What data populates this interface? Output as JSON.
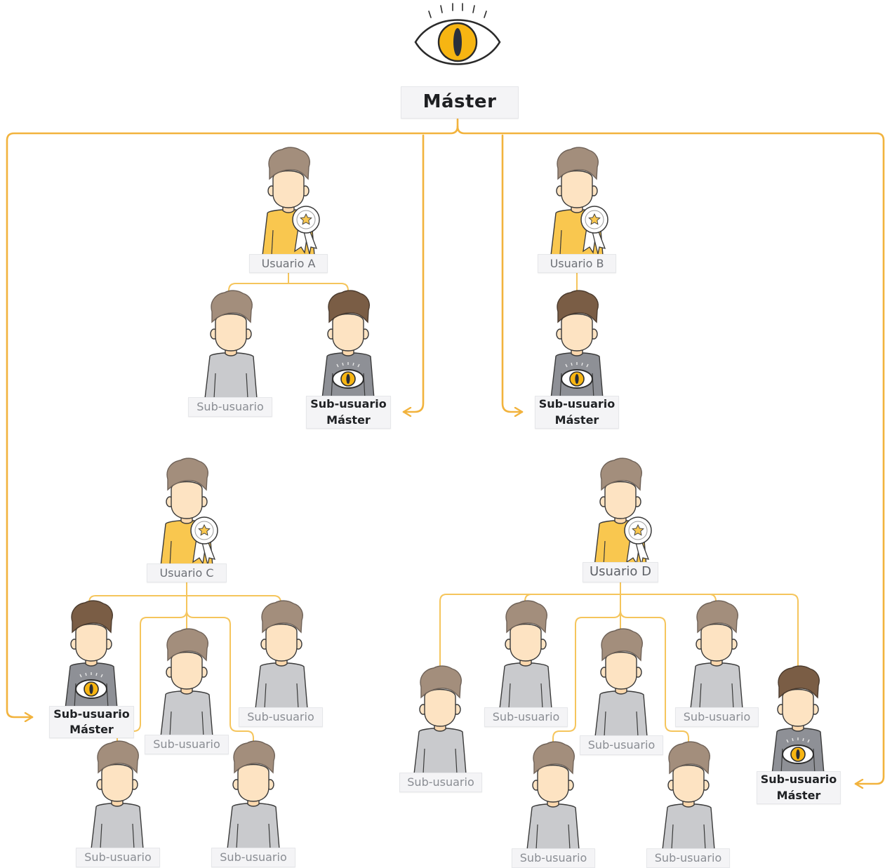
{
  "root": {
    "title": "Máster",
    "icon": "eye-icon"
  },
  "groups": [
    {
      "user_label": "Usuario A",
      "sub_label": "Sub-usuario",
      "sub_master_line1": "Sub-usuario",
      "sub_master_line2": "Máster"
    },
    {
      "user_label": "Usuario B",
      "sub_master_line1": "Sub-usuario",
      "sub_master_line2": "Máster"
    },
    {
      "user_label": "Usuario C",
      "sub_label": "Sub-usuario",
      "sub_master_line1": "Sub-usuario",
      "sub_master_line2": "Máster"
    },
    {
      "user_label": "Usuario D",
      "sub_label": "Sub-usuario",
      "sub_master_line1": "Sub-usuario",
      "sub_master_line2": "Máster"
    }
  ],
  "colors": {
    "connector": "#f5c55c",
    "master_connector": "#f2b33d",
    "user_shirt": "#f9c74f",
    "sub_shirt": "#c9cacd",
    "sub_master_shirt": "#8e9096",
    "hair": "#a38e7c",
    "hair_dark": "#7a5d45",
    "skin": "#fde3c2",
    "eye_yellow": "#f7b512",
    "badge": "#f9c74f"
  },
  "icons": {
    "user": "user-with-badge-icon",
    "sub": "person-icon",
    "sub_master": "person-with-eye-icon"
  }
}
